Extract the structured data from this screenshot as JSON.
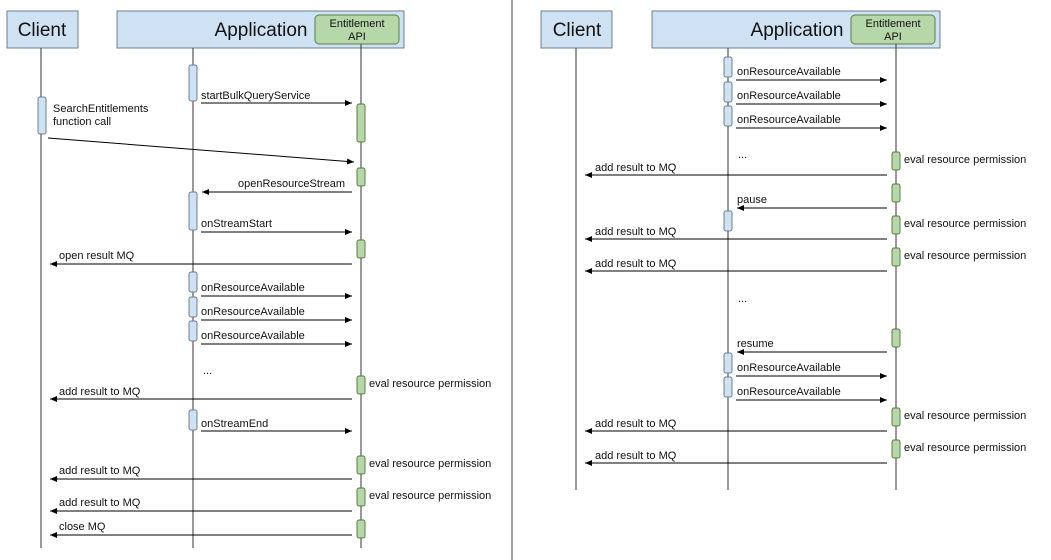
{
  "diagrams": [
    {
      "headers": {
        "client": "Client",
        "app": "Application",
        "api": [
          "Entitlement",
          "API"
        ]
      },
      "client_labels": [
        "SearchEntitlements",
        "function call"
      ],
      "messages": [
        "startBulkQueryService",
        "openResourceStream",
        "onStreamStart",
        "open result MQ",
        "onResourceAvailable",
        "onResourceAvailable",
        "onResourceAvailable",
        "...",
        "eval resource permission",
        "add result to MQ",
        "onStreamEnd",
        "eval resource permission",
        "add result to MQ",
        "eval resource permission",
        "add result to MQ",
        "close MQ"
      ]
    },
    {
      "headers": {
        "client": "Client",
        "app": "Application",
        "api": [
          "Entitlement",
          "API"
        ]
      },
      "messages": [
        "onResourceAvailable",
        "onResourceAvailable",
        "onResourceAvailable",
        "...",
        "eval resource permission",
        "add result to MQ",
        "pause",
        "eval resource permission",
        "add result to MQ",
        "eval resource permission",
        "add result to MQ",
        "...",
        "resume",
        "onResourceAvailable",
        "onResourceAvailable",
        "eval resource permission",
        "add result to MQ",
        "eval resource permission",
        "add result to MQ"
      ]
    }
  ]
}
